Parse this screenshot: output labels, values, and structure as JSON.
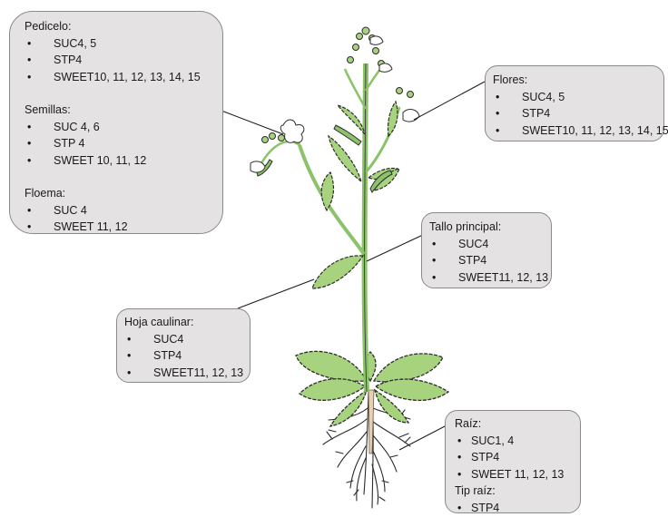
{
  "boxes": {
    "pedicelo": {
      "title": "Pedicelo:",
      "items": [
        "SUC4, 5",
        "STP4",
        "SWEET10, 11, 12, 13, 14, 15"
      ]
    },
    "semillas": {
      "title": "Semillas:",
      "items": [
        "SUC 4, 6",
        "STP 4",
        "SWEET 10, 11, 12"
      ]
    },
    "floema": {
      "title": "Floema:",
      "items": [
        "SUC 4",
        "SWEET 11, 12"
      ]
    },
    "flores": {
      "title": "Flores:",
      "items": [
        "SUC4, 5",
        "STP4",
        "SWEET10, 11, 12, 13, 14, 15"
      ]
    },
    "tallo": {
      "title": "Tallo principal:",
      "items": [
        "SUC4",
        "STP4",
        "SWEET11, 12, 13"
      ]
    },
    "hoja": {
      "title": "Hoja caulinar:",
      "items": [
        "SUC4",
        "STP4",
        "SWEET11, 12, 13"
      ]
    },
    "raiz": {
      "title": "Raíz:",
      "items": [
        "SUC1, 4",
        "STP4",
        "SWEET 11, 12, 13"
      ]
    },
    "tipraiz": {
      "title": "Tip raíz:",
      "items": [
        "STP4"
      ]
    }
  },
  "colors": {
    "box_fill": "#e4e2e3",
    "leaf_green": "#a7d27e",
    "stem_green": "#8cc26a",
    "outline": "#2d2d2d"
  }
}
